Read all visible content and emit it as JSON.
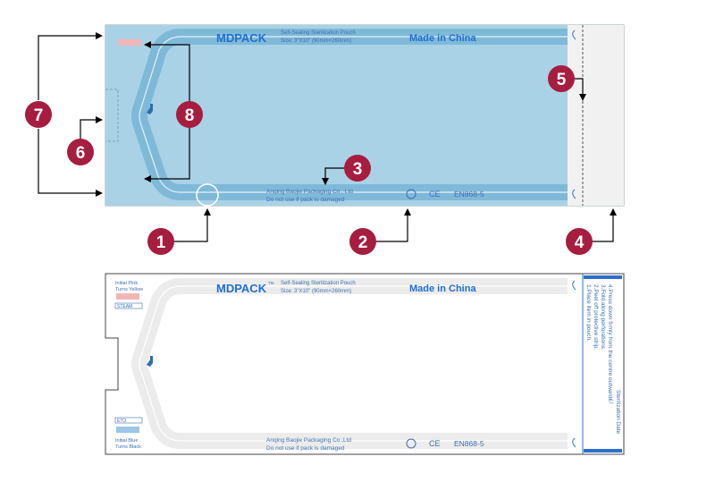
{
  "top_pouch": {
    "brand": "MDPACK",
    "subtitle_line1": "Self-Sealing Sterilization Pouch",
    "subtitle_line2": "Size: 3\"X10\" (90mm×260mm)",
    "made_in": "Made in China",
    "manufacturer": "Anqing Baojie Packaging Co., Ltd",
    "warning": "Do not use if pack is damaged",
    "standard": "EN868-5",
    "ce": "CE"
  },
  "bottom_pouch": {
    "brand": "MDPACK",
    "tm": "TM",
    "subtitle_line1": "Self-Sealing Sterilization Pouch",
    "subtitle_line2": "Size: 3\"X10\" (90mm×260mm)",
    "made_in": "Made in China",
    "manufacturer": "Anqing Baojie Packaging Co.,Ltd",
    "warning": "Do not use if pack is damaged",
    "standard": "EN868-5",
    "ce": "CE",
    "indicator_top_line1": "Initial Pink",
    "indicator_top_line2": "Turns Yellow",
    "indicator_top_tag": "STEAM",
    "indicator_bottom_tag": "ETO",
    "indicator_bottom_line1": "Initial Blue",
    "indicator_bottom_line2": "Turns Black",
    "instructions": [
      "1.Place item in pouch.",
      "2.Peel off protective strip.",
      "3.Fold along perforations.",
      "4.Press down firmly from the centre outwards."
    ],
    "sterilization_date_label": "Sterilization Date",
    "date_separator": "/    /"
  },
  "callouts": [
    "1",
    "2",
    "3",
    "4",
    "5",
    "6",
    "7",
    "8"
  ],
  "colors": {
    "pouch_blue": "#a9d2e6",
    "channel_blue": "#7fb9d8",
    "badge_red": "#a71d3f",
    "brand_blue": "#1f6fd0",
    "indicator_pink": "#f3b6b6",
    "indicator_blue": "#9cc7e6"
  }
}
